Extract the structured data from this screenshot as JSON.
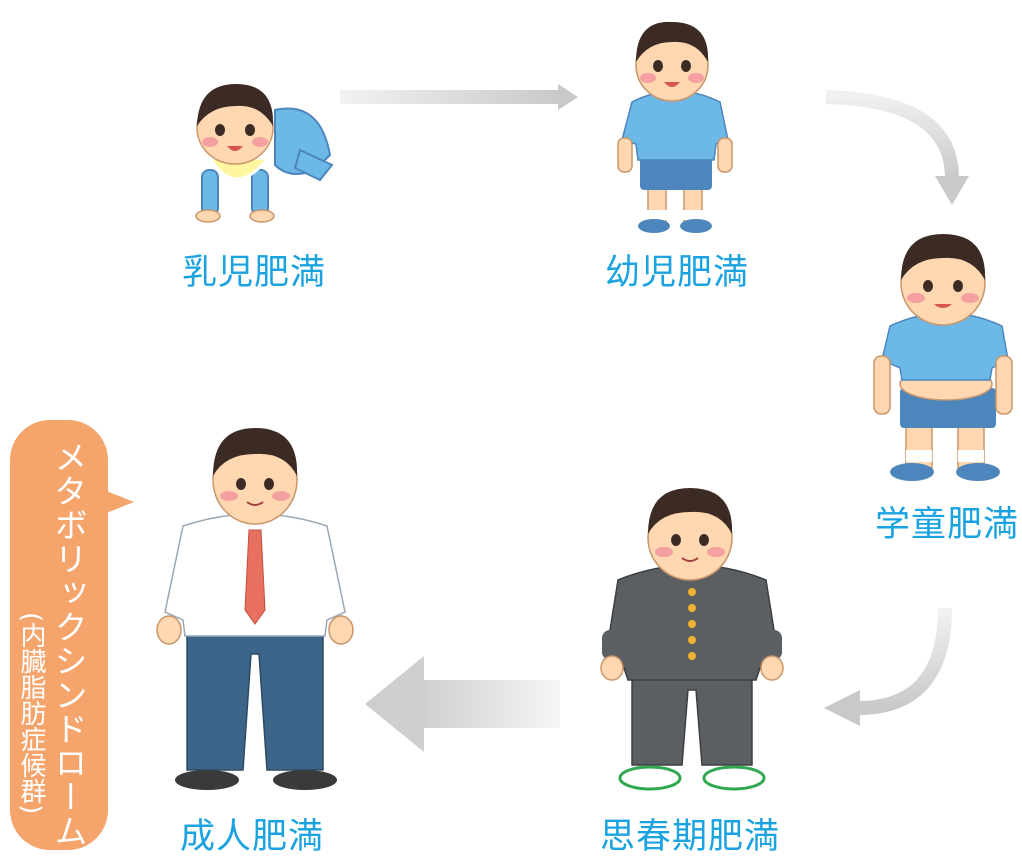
{
  "stages": {
    "infant": "乳児肥満",
    "toddler": "幼児肥満",
    "school": "学童肥満",
    "puberty": "思春期肥満",
    "adult": "成人肥満"
  },
  "bubble": {
    "main": "メタボリックシンドローム",
    "sub": "(内臓脂肪症候群)"
  },
  "colors": {
    "label": "#1aa3e0",
    "bubble": "#f5a46c",
    "arrow": "#d9d9d9",
    "shirt_blue": "#6cb8e6",
    "shorts_blue": "#4d86bc",
    "hair": "#3c2b24",
    "skin": "#ffd7b0"
  }
}
